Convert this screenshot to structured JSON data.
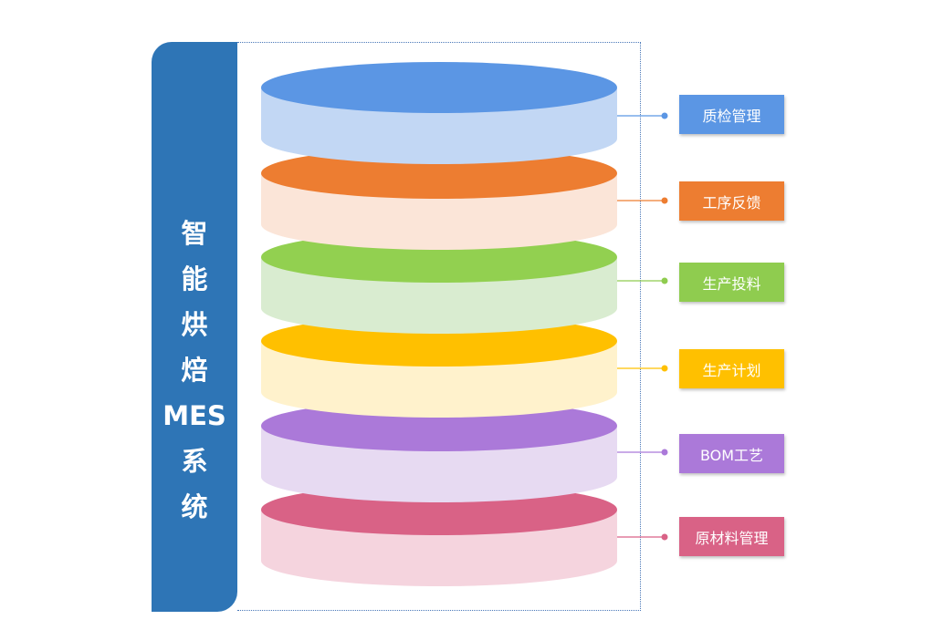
{
  "title_chars": [
    "智",
    "能",
    "烘",
    "焙",
    "MES",
    "系",
    "统"
  ],
  "layers": [
    {
      "label": "质检管理",
      "top_color": "#5b96e4",
      "side_color": "#c2d7f4",
      "label_color": "#5b96e4"
    },
    {
      "label": "工序反馈",
      "top_color": "#ed7d31",
      "side_color": "#fbe5d8",
      "label_color": "#ed7d31"
    },
    {
      "label": "生产投料",
      "top_color": "#92d050",
      "side_color": "#d9ecd0",
      "label_color": "#8fcc4f"
    },
    {
      "label": "生产计划",
      "top_color": "#ffc000",
      "side_color": "#fff2cc",
      "label_color": "#ffc000"
    },
    {
      "label": "BOM工艺",
      "top_color": "#ab79d9",
      "side_color": "#e7daf2",
      "label_color": "#ab79d9"
    },
    {
      "label": "原材料管理",
      "top_color": "#d96286",
      "side_color": "#f5d4de",
      "label_color": "#d96286"
    }
  ]
}
